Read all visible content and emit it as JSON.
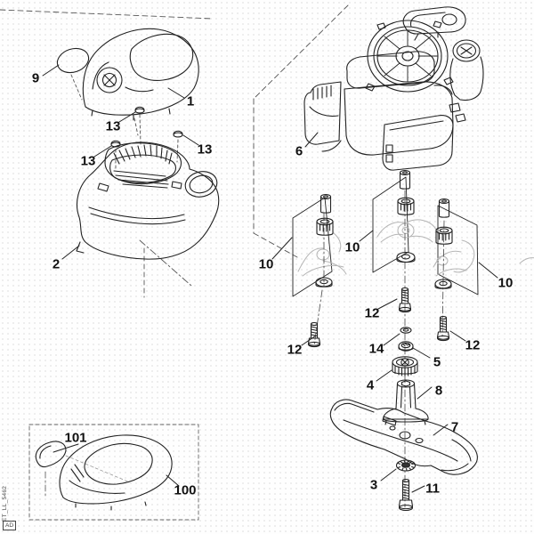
{
  "diagram": {
    "side_code": "ET_LL_5462",
    "side_badge": "AD",
    "callouts": [
      {
        "label": "9"
      },
      {
        "label": "1"
      },
      {
        "label": "13"
      },
      {
        "label": "13"
      },
      {
        "label": "13"
      },
      {
        "label": "2"
      },
      {
        "label": "6"
      },
      {
        "label": "10"
      },
      {
        "label": "10"
      },
      {
        "label": "10"
      },
      {
        "label": "12"
      },
      {
        "label": "12"
      },
      {
        "label": "12"
      },
      {
        "label": "14"
      },
      {
        "label": "5"
      },
      {
        "label": "4"
      },
      {
        "label": "8"
      },
      {
        "label": "7"
      },
      {
        "label": "3"
      },
      {
        "label": "11"
      },
      {
        "label": "101"
      },
      {
        "label": "100"
      }
    ]
  }
}
